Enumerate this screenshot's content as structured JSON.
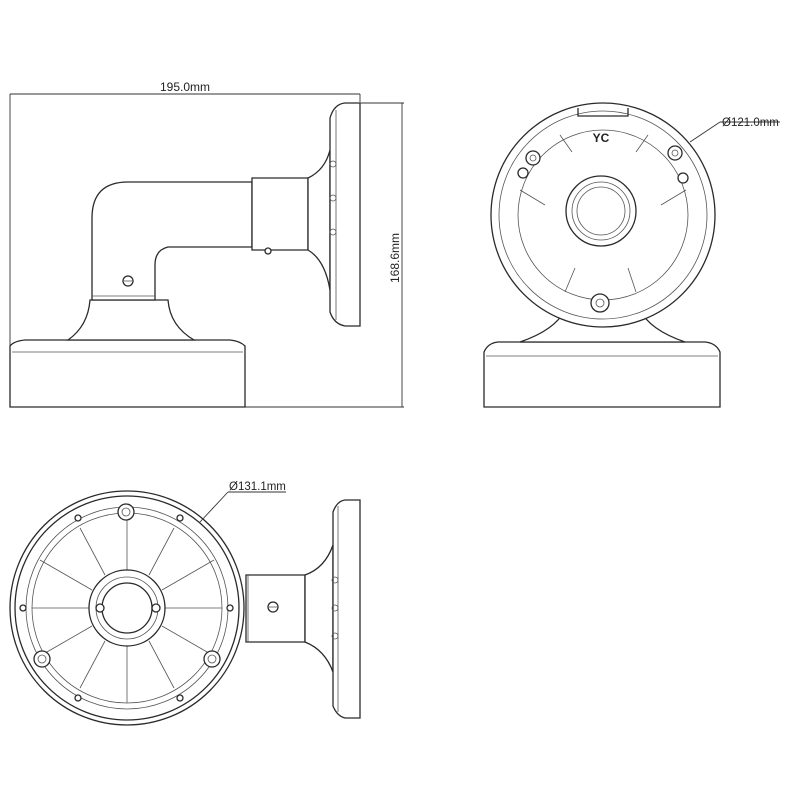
{
  "dimensions": {
    "width_label": "195.0mm",
    "height_label": "168.6mm",
    "front_diameter_label": "Ø121.0mm",
    "base_diameter_label": "Ø131.1mm"
  },
  "front_view": {
    "marking": "YC"
  },
  "colors": {
    "line": "#2a2a2a",
    "background": "#ffffff"
  }
}
